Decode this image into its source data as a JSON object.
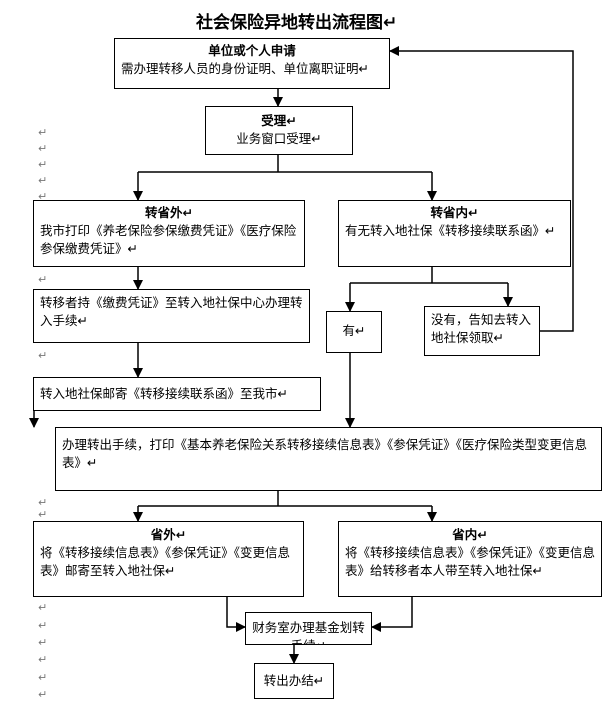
{
  "title": "社会保险异地转出流程图↵",
  "boxes": {
    "apply": {
      "head": "单位或个人申请",
      "body": "需办理转移人员的身份证明、单位离职证明↵"
    },
    "accept": {
      "head": "受理↵",
      "body": "业务窗口受理↵"
    },
    "out_province": {
      "head": "转省外↵",
      "body": "我市打印《养老保险参保缴费凭证》《医疗保险参保缴费凭证》↵"
    },
    "in_province": {
      "head": "转省内↵",
      "body": "有无转入地社保《转移接续联系函》↵"
    },
    "transfer_hold": {
      "body": "转移者持《缴费凭证》至转入地社保中心办理转入手续↵"
    },
    "yes": {
      "body": "有↵"
    },
    "no": {
      "body": "没有，告知去转入地社保领取↵"
    },
    "mail_letter": {
      "body": "转入地社保邮寄《转移接续联系函》至我市↵"
    },
    "handle_out": {
      "body": "办理转出手续，打印《基本养老保险关系转移接续信息表》《参保凭证》《医疗保险类型变更信息表》↵"
    },
    "final_out": {
      "head": "省外↵",
      "body": "将《转移接续信息表》《参保凭证》《变更信息表》邮寄至转入地社保↵"
    },
    "final_in": {
      "head": "省内↵",
      "body": "将《转移接续信息表》《参保凭证》《变更信息表》给转移者本人带至转入地社保↵"
    },
    "finance": {
      "body": "财务室办理基金划转手续↵"
    },
    "done": {
      "body": "转出办结↵"
    }
  },
  "paragraph_mark": "↵"
}
